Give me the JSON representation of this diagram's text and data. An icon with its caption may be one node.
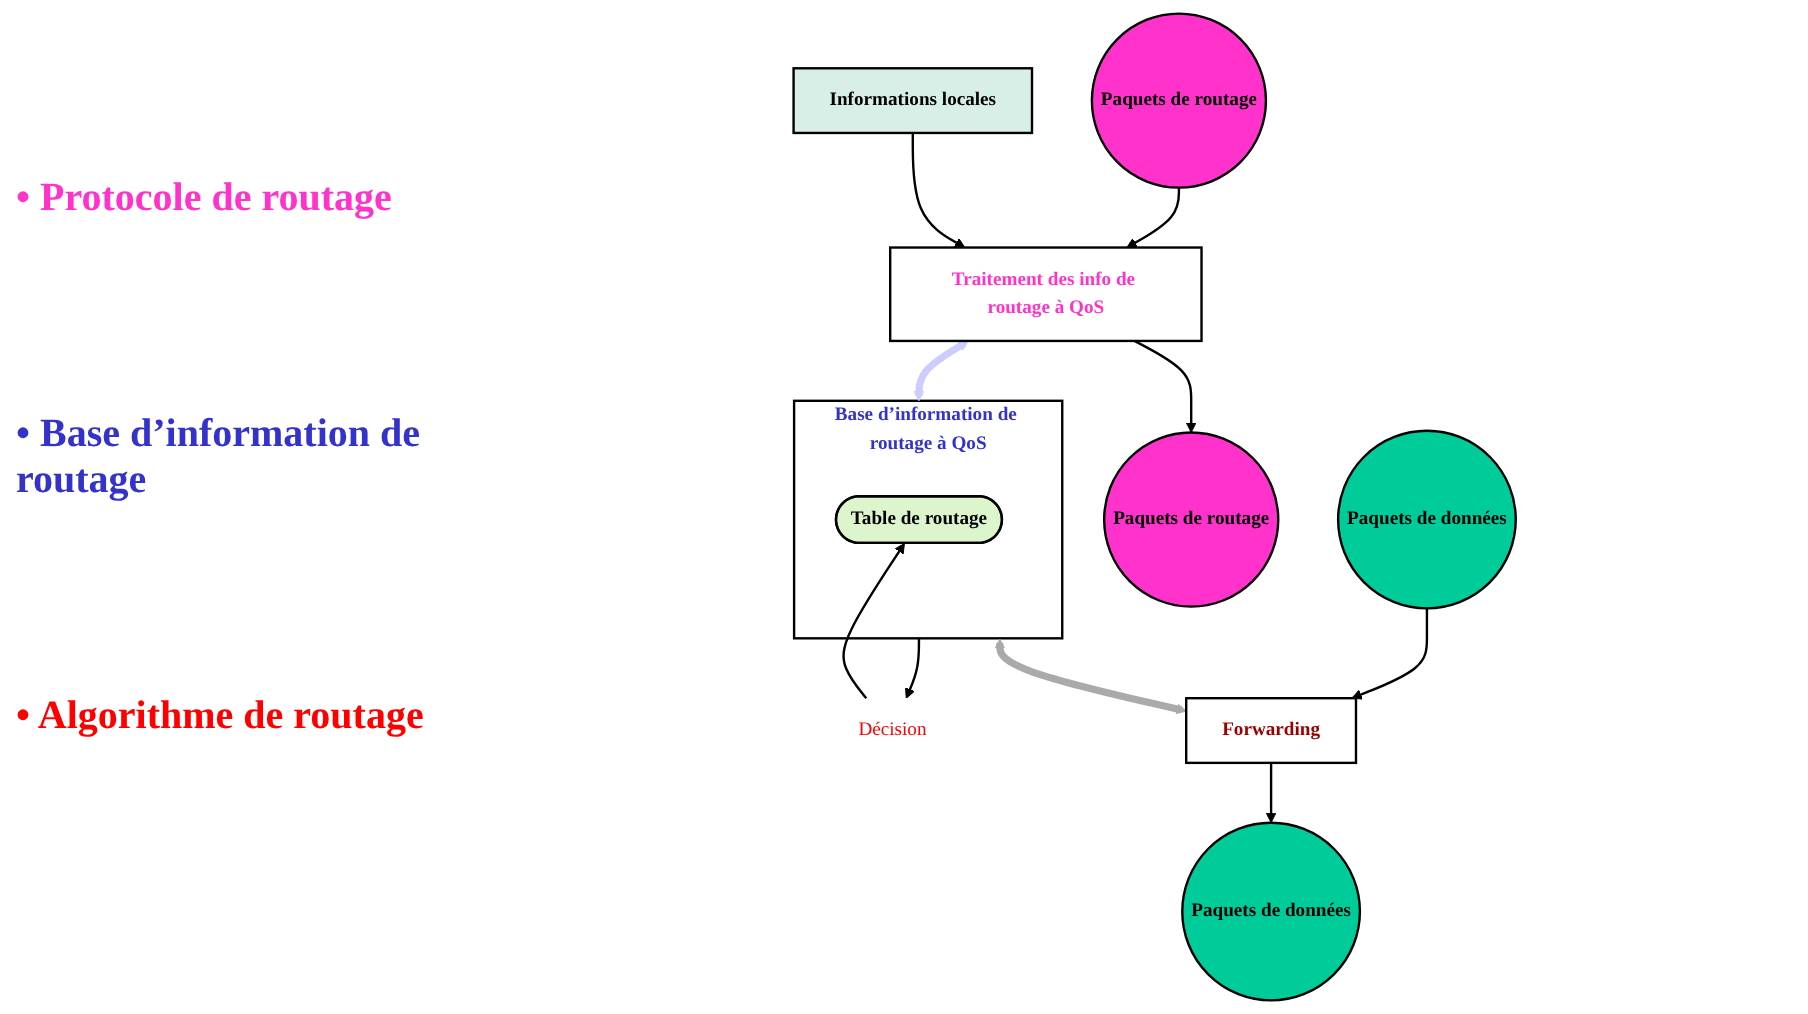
{
  "diagram": {
    "nodes": [
      {
        "text": [
          "Paquets de routage"
        ]
      },
      {
        "text": [
          "Traitement des info de routage à QoS"
        ]
      },
      {
        "text": [
          "Paquets de routage"
        ]
      },
      {
        "text": [
          "Informations locales"
        ]
      },
      {
        "text": [
          "Base d’information de routage à QoS"
        ]
      },
      {
        "text": [
          "Table de routage"
        ],
        "in": 4
      },
      {
        "text": [
          "Décision"
        ]
      },
      {
        "text": [
          "Forwarding"
        ]
      },
      {
        "text": [
          "Paquets de données"
        ]
      },
      {
        "text": [
          "Paquets de données"
        ]
      }
    ],
    "edges": [
      {
        "from": 0,
        "to": 1,
        "arrow": "to"
      },
      {
        "from": 1,
        "to": 2,
        "arrow": "to"
      },
      {
        "from": 3,
        "to": 1,
        "arrow": "to"
      },
      {
        "from": 1,
        "to": 4,
        "arrow": "both",
        "style": "thick",
        "color": "#ccccff"
      },
      {
        "from": 4,
        "to": 6,
        "arrow": "to"
      },
      {
        "from": 6,
        "to": 5,
        "arrow": "to"
      },
      {
        "from": 4,
        "to": 7,
        "arrow": "both",
        "style": "thick",
        "color": "#aaaaaa"
      },
      {
        "from": 8,
        "to": 7,
        "arrow": "to"
      },
      {
        "from": 7,
        "to": 9,
        "arrow": "to"
      }
    ],
    "labels": [
      "• Protocole de routage",
      "• Base d’information de routage",
      "• Algorithme de routage"
    ]
  }
}
